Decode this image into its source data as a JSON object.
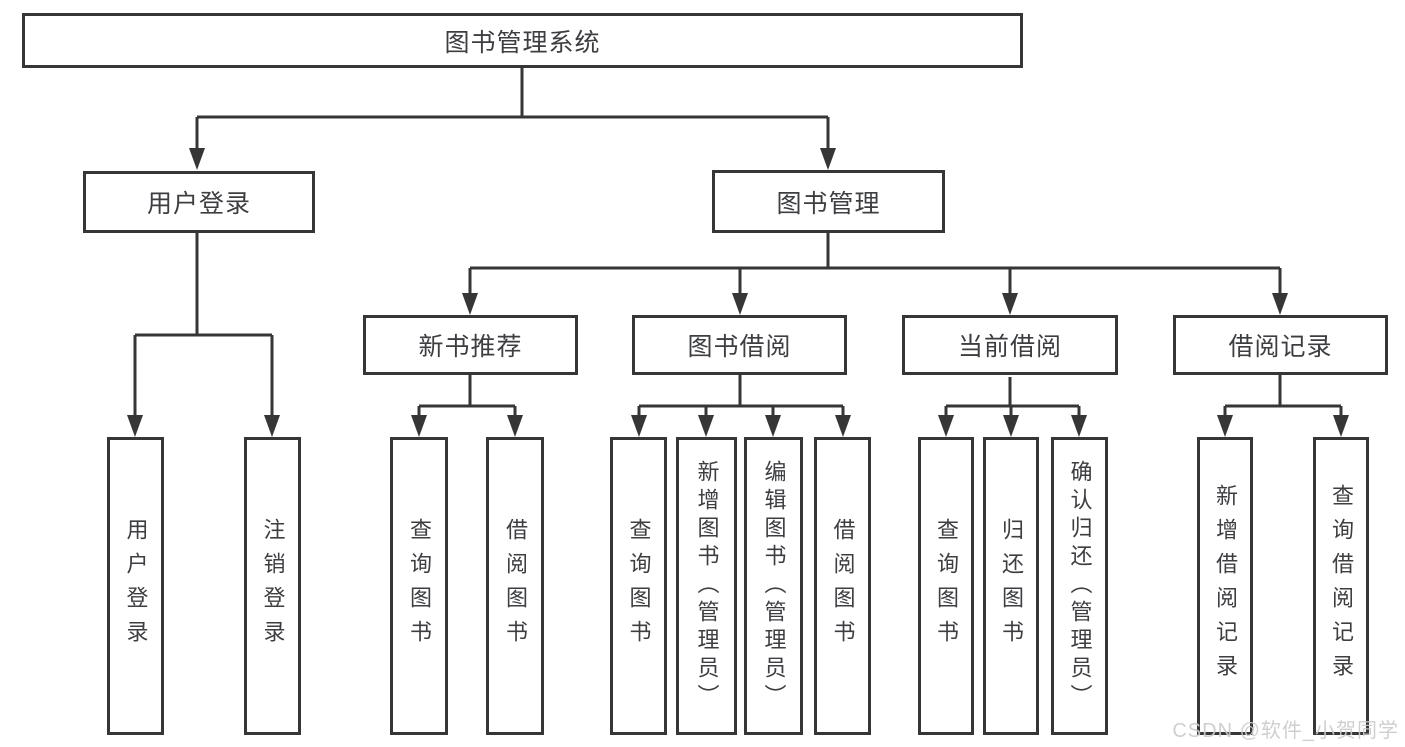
{
  "diagram": {
    "root": {
      "label": "图书管理系统"
    },
    "level2": [
      {
        "label": "用户登录"
      },
      {
        "label": "图书管理"
      }
    ],
    "level3": [
      {
        "label": "新书推荐"
      },
      {
        "label": "图书借阅"
      },
      {
        "label": "当前借阅"
      },
      {
        "label": "借阅记录"
      }
    ],
    "leaves": {
      "user_login": [
        "用户登录",
        "注销登录"
      ],
      "new_book": [
        "查询图书",
        "借阅图书"
      ],
      "book_borrow": [
        "查询图书",
        "新增图书（管理员）",
        "编辑图书（管理员）",
        "借阅图书"
      ],
      "current_borrow": [
        "查询图书",
        "归还图书",
        "确认归还（管理员）"
      ],
      "borrow_records": [
        "新增借阅记录",
        "查询借阅记录"
      ]
    }
  },
  "watermark": "CSDN @软件_小贺同学",
  "colors": {
    "line": "#363636",
    "text": "#3c3e41",
    "watermark": "#cccccc",
    "background": "#ffffff"
  }
}
